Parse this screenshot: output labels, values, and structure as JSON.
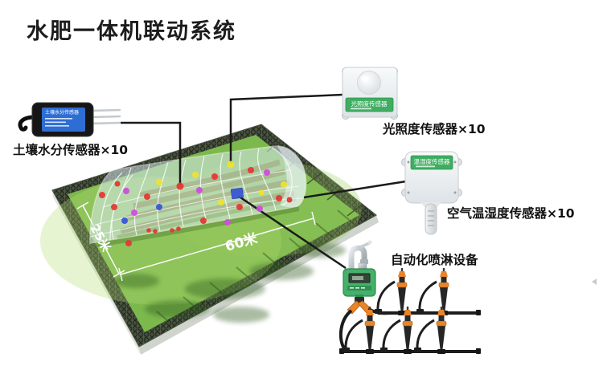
{
  "title": "水肥一体机联动系统",
  "field": {
    "length_label": "60米",
    "width_label": "25米"
  },
  "devices": {
    "soil_sensor": {
      "caption": "土壤水分传感器×10",
      "device_text": "土壤水分传感器"
    },
    "light_sensor": {
      "caption": "光照度传感器×10",
      "device_text": "光照度传感器"
    },
    "air_sensor": {
      "caption": "空气温湿度传感器×10",
      "device_text": "温湿度传感器"
    },
    "sprinkler": {
      "caption": "自动化喷淋设备"
    }
  },
  "colors": {
    "grass": "#7cb94d",
    "fence_dark": "#454f3d",
    "greenhouse_film": "#d7e9ef",
    "sensor_band_green": "#3fae62",
    "soil_label_blue": "#2e6ed4",
    "timer_green": "#45b06a",
    "fitting_orange": "#e8842a",
    "dot_red": "#e53935",
    "dot_yellow": "#efe32f",
    "dot_magenta": "#cf4fdd",
    "dot_blue": "#3a56d8",
    "line_black": "#1a1a1a"
  }
}
